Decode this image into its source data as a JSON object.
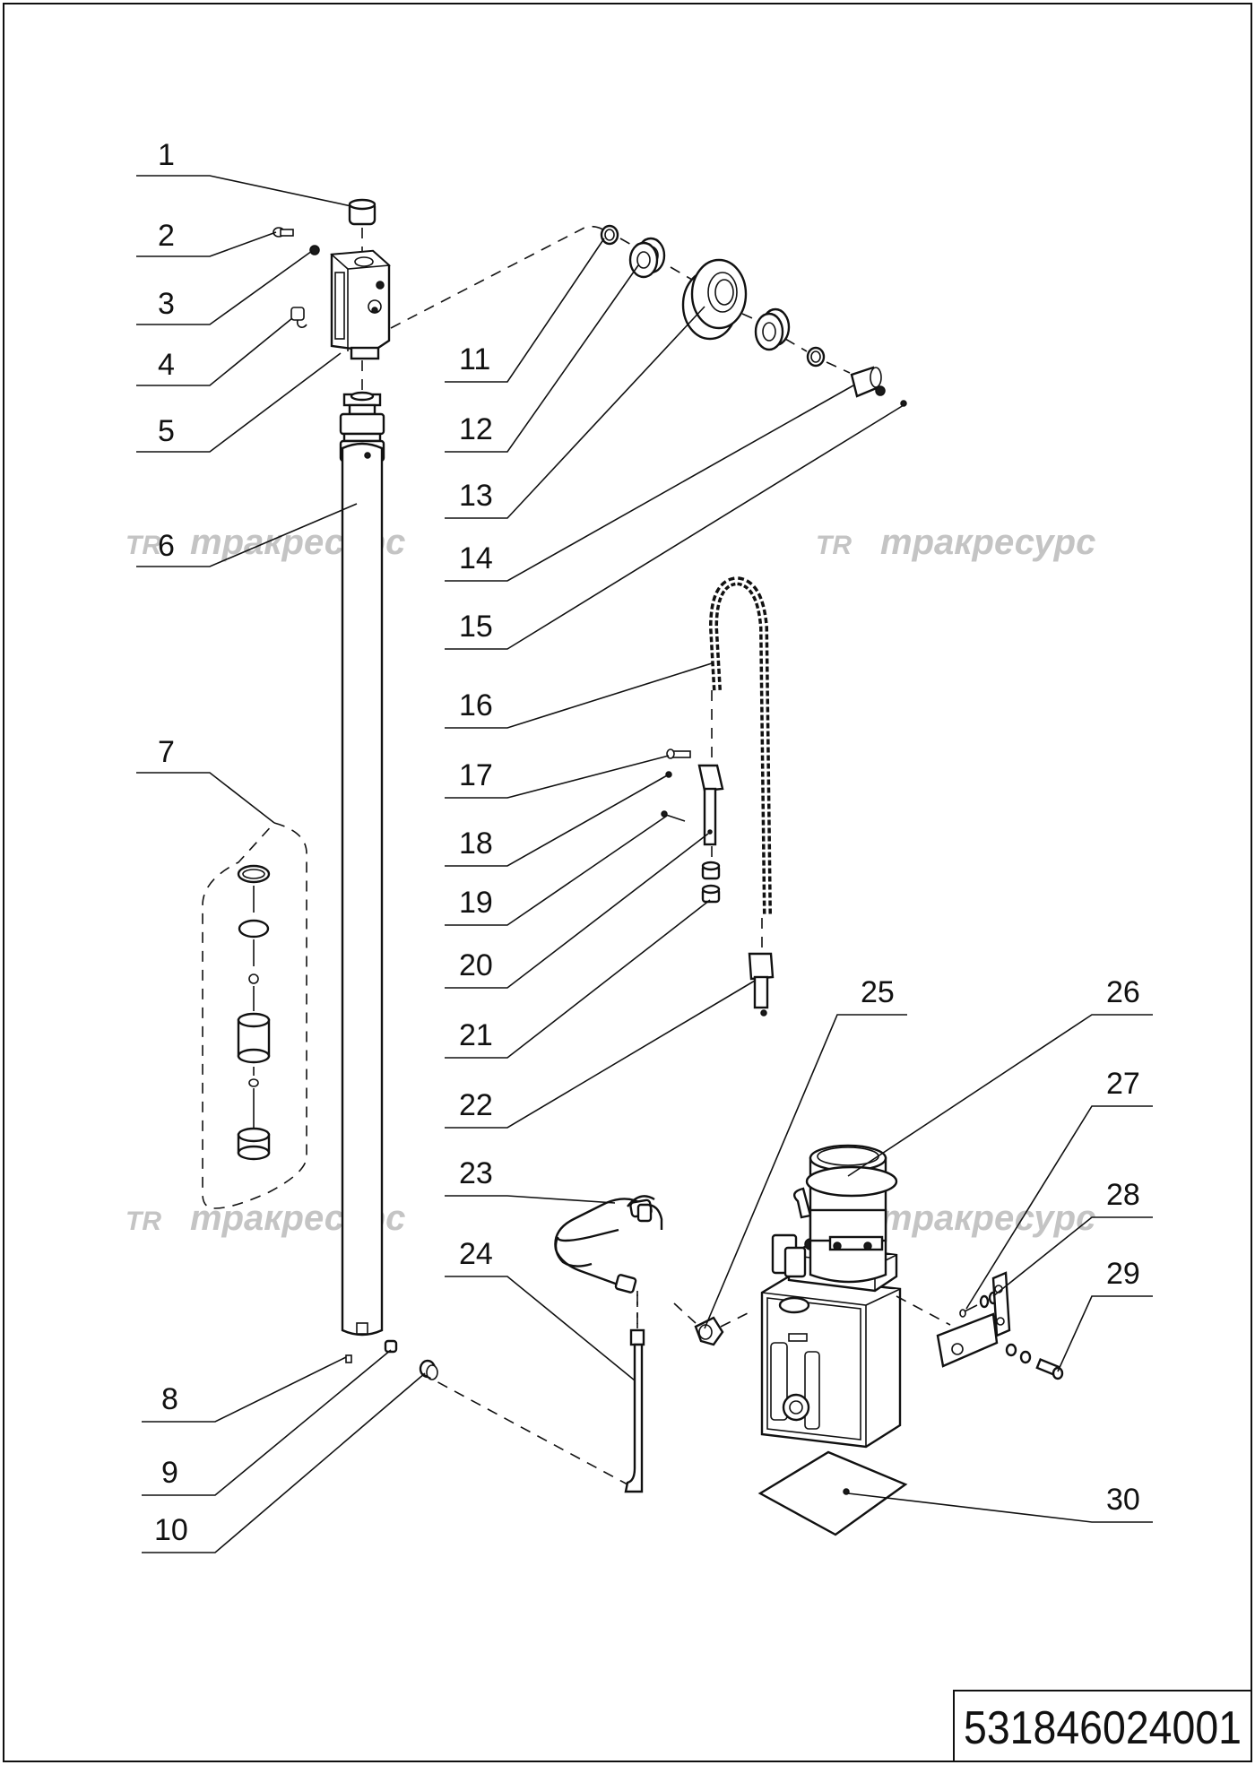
{
  "drawing": {
    "part_code": "531846024001",
    "watermark_brand": "тракресурс",
    "watermark_logo": "TR"
  },
  "callouts": [
    "1",
    "2",
    "3",
    "4",
    "5",
    "6",
    "7",
    "8",
    "9",
    "10",
    "11",
    "12",
    "13",
    "14",
    "15",
    "16",
    "17",
    "18",
    "19",
    "20",
    "21",
    "22",
    "23",
    "24",
    "25",
    "26",
    "27",
    "28",
    "29",
    "30"
  ],
  "colors": {
    "line": "#111111",
    "watermark": "#c4c4c4",
    "paper": "#ffffff"
  }
}
